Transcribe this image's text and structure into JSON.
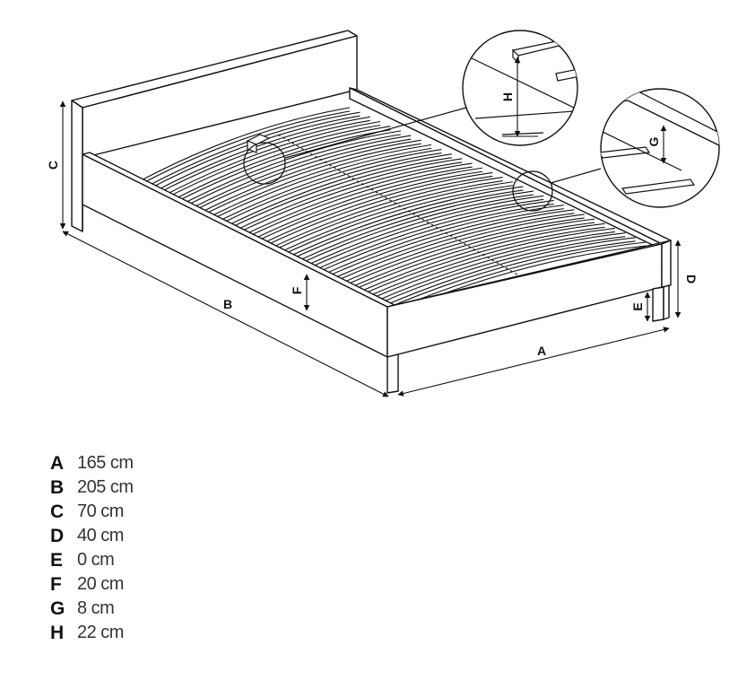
{
  "diagram": {
    "labels": {
      "a": "A",
      "b": "B",
      "c": "C",
      "d": "D",
      "e": "E",
      "f": "F",
      "g": "G",
      "h": "H"
    }
  },
  "legend": [
    {
      "key": "A",
      "value": "165 cm"
    },
    {
      "key": "B",
      "value": "205 cm"
    },
    {
      "key": "C",
      "value": "70 cm"
    },
    {
      "key": "D",
      "value": "40 cm"
    },
    {
      "key": "E",
      "value": "0 cm"
    },
    {
      "key": "F",
      "value": "20 cm"
    },
    {
      "key": "G",
      "value": "8 cm"
    },
    {
      "key": "H",
      "value": "22 cm"
    }
  ]
}
